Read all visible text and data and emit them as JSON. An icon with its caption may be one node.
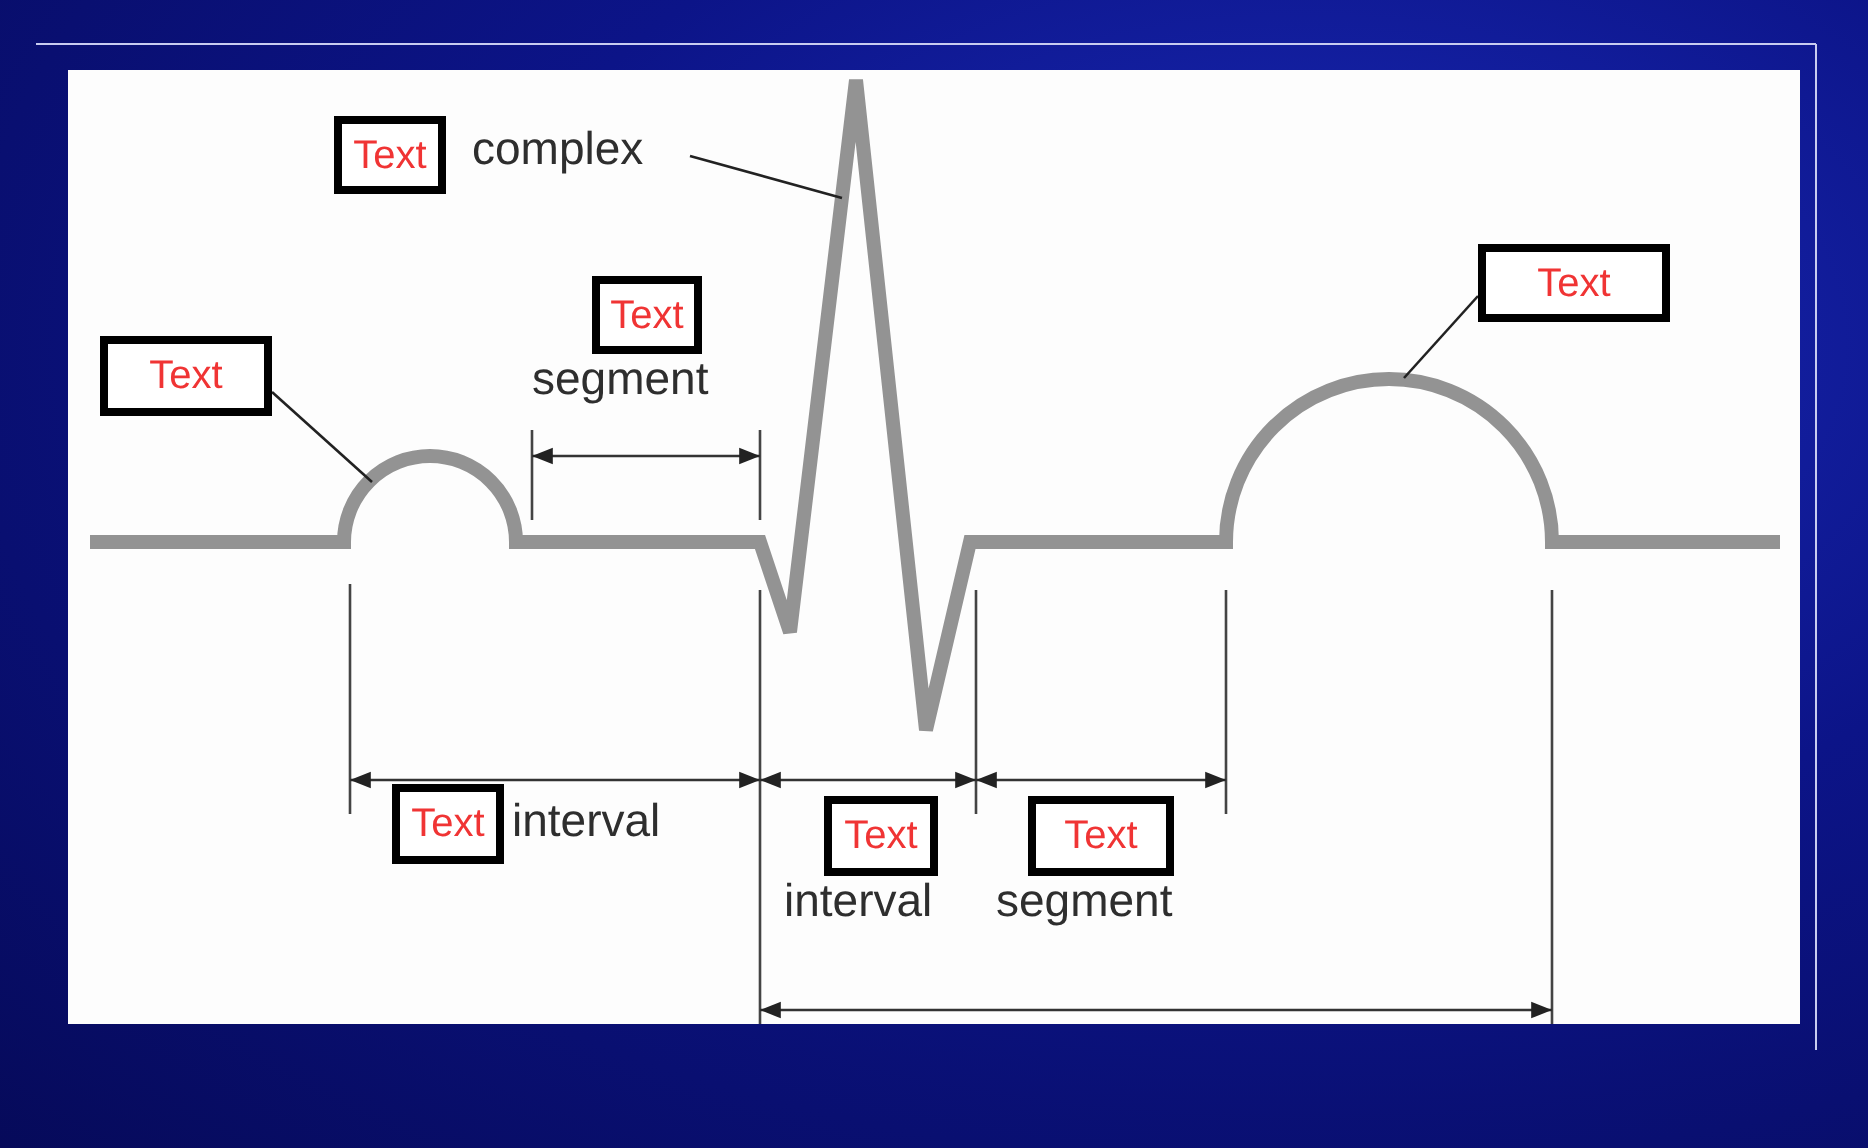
{
  "diagram": {
    "nodes": [
      {
        "text": [
          "Text"
        ]
      },
      {
        "text": [
          "Text"
        ],
        "beside": [
          "complex"
        ]
      },
      {
        "text": [
          "Text"
        ],
        "beside": [
          "segment"
        ]
      },
      {
        "text": [
          "Text"
        ]
      },
      {
        "text": [
          "Text"
        ],
        "beside": [
          "interval"
        ]
      },
      {
        "text": [
          "Text"
        ],
        "beside": [
          "interval"
        ]
      },
      {
        "text": [
          "Text"
        ],
        "beside": [
          "segment"
        ]
      }
    ],
    "edges": [
      {
        "from": 0,
        "to": null,
        "arrow": "none"
      },
      {
        "from": 1,
        "to": null,
        "arrow": "none"
      },
      {
        "from": 3,
        "to": null,
        "arrow": "none"
      }
    ]
  }
}
